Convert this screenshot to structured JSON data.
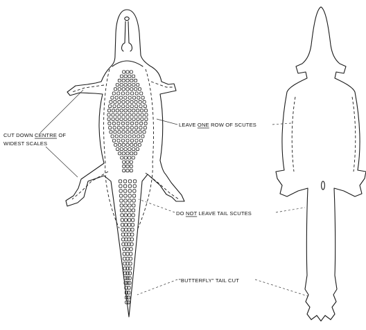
{
  "labels": {
    "cut_line1_pre": "CUT DOWN ",
    "cut_line1_underlined": "CENTRE",
    "cut_line1_post": " OF",
    "cut_line2": "WIDEST SCALES",
    "scutes_pre": "LEAVE ",
    "scutes_underlined": "ONE",
    "scutes_post": " ROW OF SCUTES",
    "tail_pre": "DO ",
    "tail_underlined": "NOT",
    "tail_post": " LEAVE TAIL SCUTES",
    "butterfly": "\"BUTTERFLY\" TAIL CUT"
  },
  "colors": {
    "ink": "#1a1a1a",
    "paper": "#ffffff"
  }
}
